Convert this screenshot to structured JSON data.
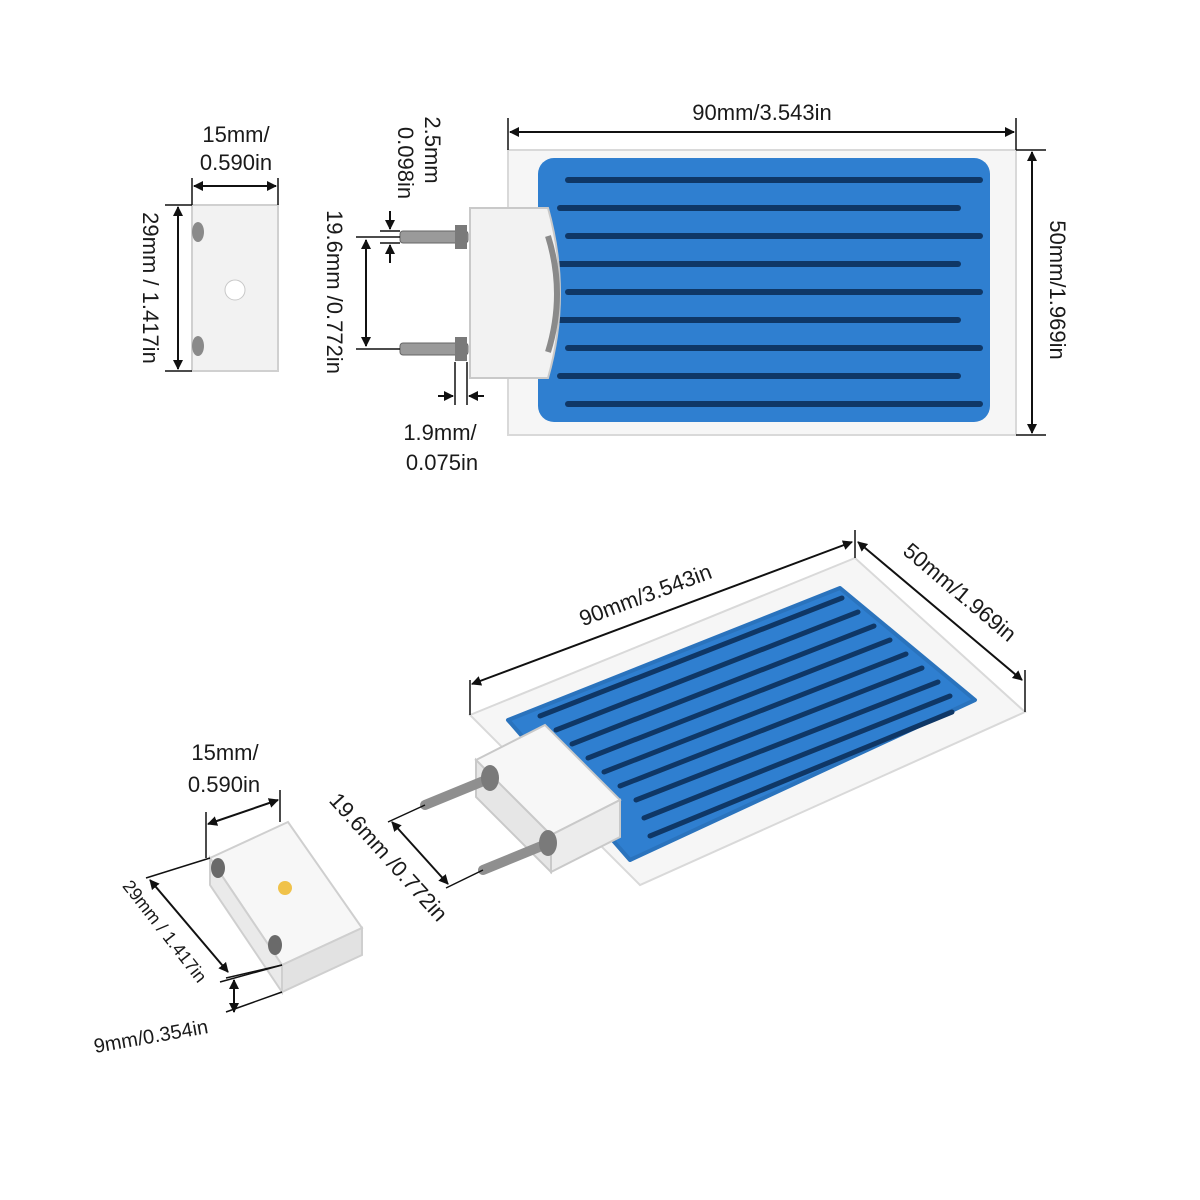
{
  "colors": {
    "background": "#ffffff",
    "plate": "#f6f6f6",
    "plate_edge": "#d9d9d9",
    "electrode_blue": "#2f7fd0",
    "electrode_dark": "#0f3766",
    "ceramic_block": "#f2f2f2",
    "metal_pin": "#9a9a9a",
    "dimension_line": "#111111"
  },
  "top_view": {
    "plate_length": "90mm/3.543in",
    "plate_width": "50mm/1.969in",
    "pin_diameter_mm": "2.5mm",
    "pin_diameter_in": "0.098in",
    "pin_spacing": "19.6mm /0.772in",
    "pin_offset_mm": "1.9mm/",
    "pin_offset_in": "0.075in",
    "block_width_mm": "15mm/",
    "block_width_in": "0.590in",
    "block_height": "29mm / 1.417in"
  },
  "perspective_view": {
    "plate_length": "90mm/3.543in",
    "plate_width": "50mm/1.969in",
    "pin_spacing": "19.6mm /0.772in",
    "block_width_mm": "15mm/",
    "block_width_in": "0.590in",
    "block_height": "29mm / 1.417in",
    "block_depth": "9mm/0.354in"
  }
}
